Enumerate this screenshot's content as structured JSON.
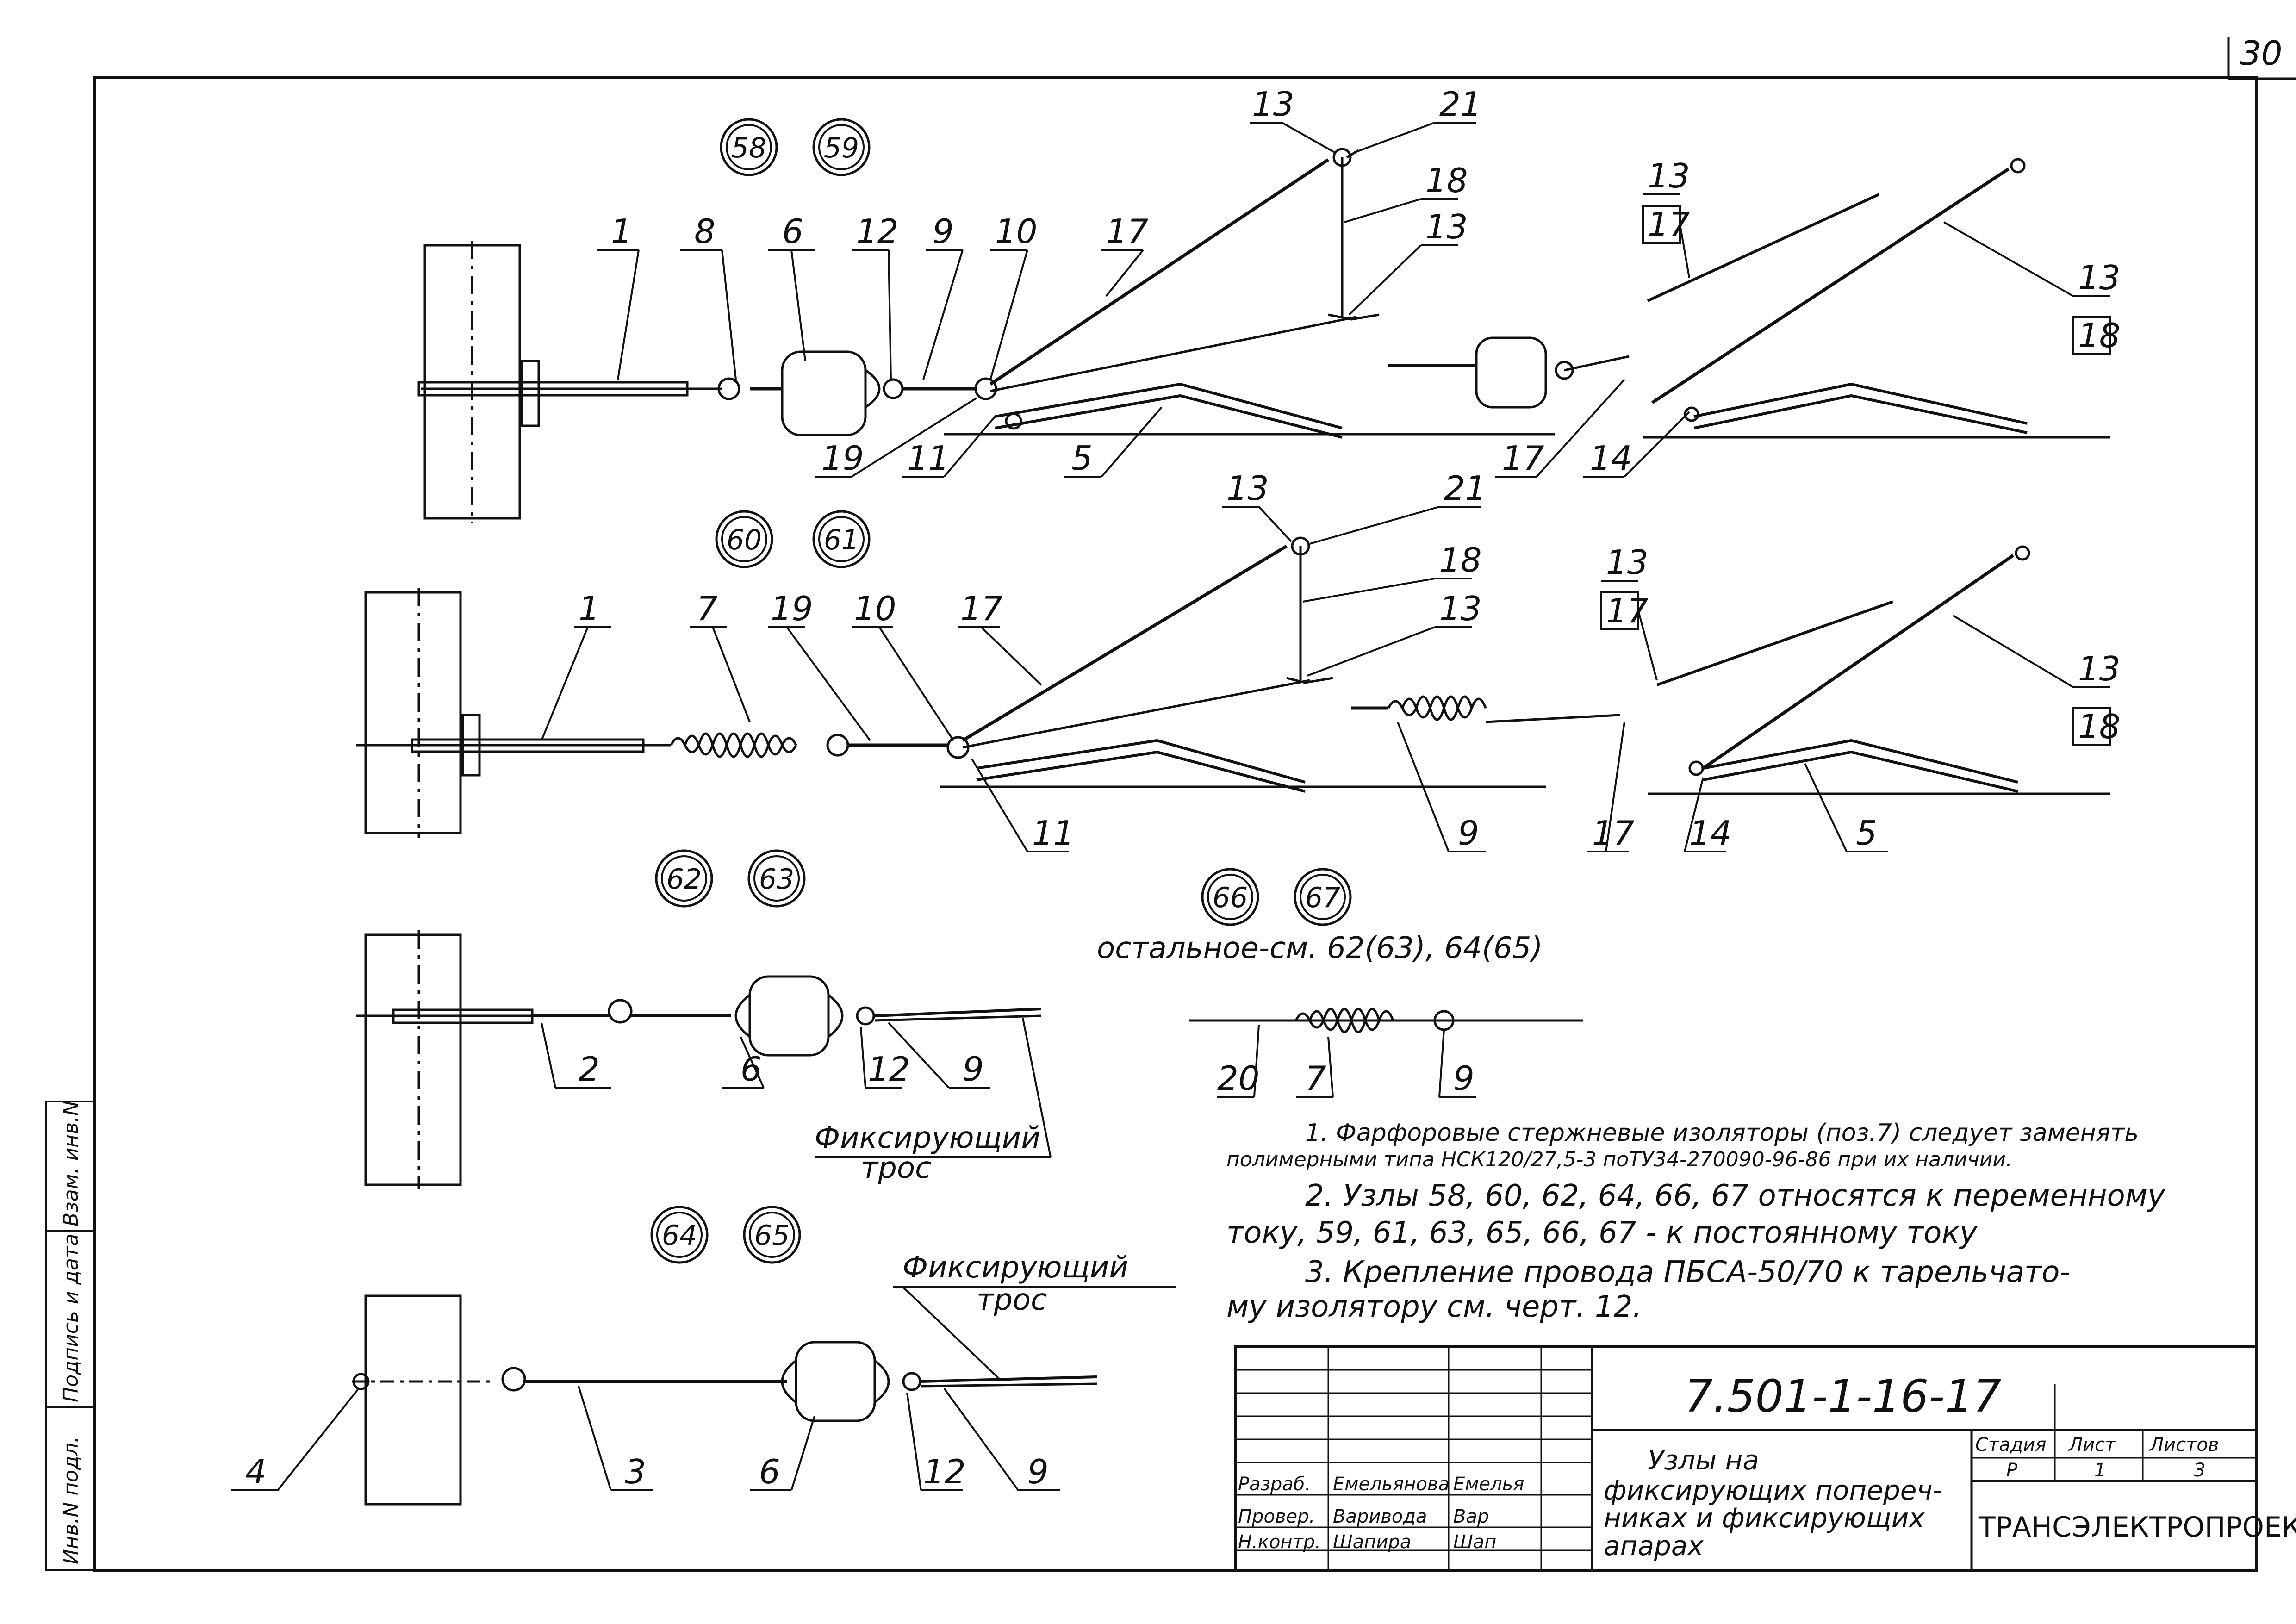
{
  "page_number": "30",
  "node_groups": [
    {
      "nodes": [
        "58",
        "59"
      ]
    },
    {
      "nodes": [
        "60",
        "61"
      ]
    },
    {
      "nodes": [
        "62",
        "63"
      ]
    },
    {
      "nodes": [
        "64",
        "65"
      ]
    },
    {
      "nodes": [
        "66",
        "67"
      ],
      "remark": "остальное-см. 62(63), 64(65)"
    }
  ],
  "callouts": {
    "row1": [
      "1",
      "8",
      "6",
      "12",
      "9",
      "10",
      "17",
      "13",
      "21",
      "18",
      "13",
      "19",
      "11",
      "5",
      "17",
      "14",
      "13",
      "17",
      "13",
      "18"
    ],
    "row2": [
      "1",
      "7",
      "19",
      "10",
      "17",
      "13",
      "21",
      "18",
      "13",
      "11",
      "9",
      "17",
      "14",
      "5",
      "13",
      "17",
      "13",
      "18"
    ],
    "row3": [
      "2",
      "6",
      "12",
      "9",
      "20",
      "7",
      "9"
    ],
    "row4": [
      "4",
      "3",
      "6",
      "12",
      "9"
    ]
  },
  "fixing_cable_label": [
    "Фиксирующий",
    "трос"
  ],
  "notes": [
    "1. Фарфоровые стержневые изоляторы (поз.7) следует заменять",
    "полимерными типа НСК120/27,5-3 поТУ34-270090-96-86 при их наличии.",
    "2. Узлы 58, 60, 62, 64, 66, 67 относятся к переменному",
    "току, 59, 61, 63, 65, 66, 67 - к постоянному току",
    "3. Крепление провода ПБСА-50/70 к тарельчато-",
    "му изолятору см. черт. 12."
  ],
  "side_stamp": [
    "Инв.N подл.",
    "Подпись и дата",
    "Взам. инв.N"
  ],
  "title_block": {
    "code": "7.501-1-16-17",
    "title": [
      "Узлы на",
      "фиксирующих попереч-",
      "никах и фиксирующих",
      "апарах"
    ],
    "roles": [
      {
        "role": "Разраб.",
        "name": "Емельянова",
        "sign": "Емелья"
      },
      {
        "role": "Провер.",
        "name": "Варивода",
        "sign": "Вар"
      },
      {
        "role": "Н.контр.",
        "name": "Шапира",
        "sign": "Шап"
      }
    ],
    "stage_header": "Стадия",
    "sheet_header": "Лист",
    "sheets_header": "Листов",
    "stage": "Р",
    "sheet": "1",
    "sheets": "3",
    "organization": "ТРАНСЭЛЕКТРОПРОЕКТ"
  }
}
